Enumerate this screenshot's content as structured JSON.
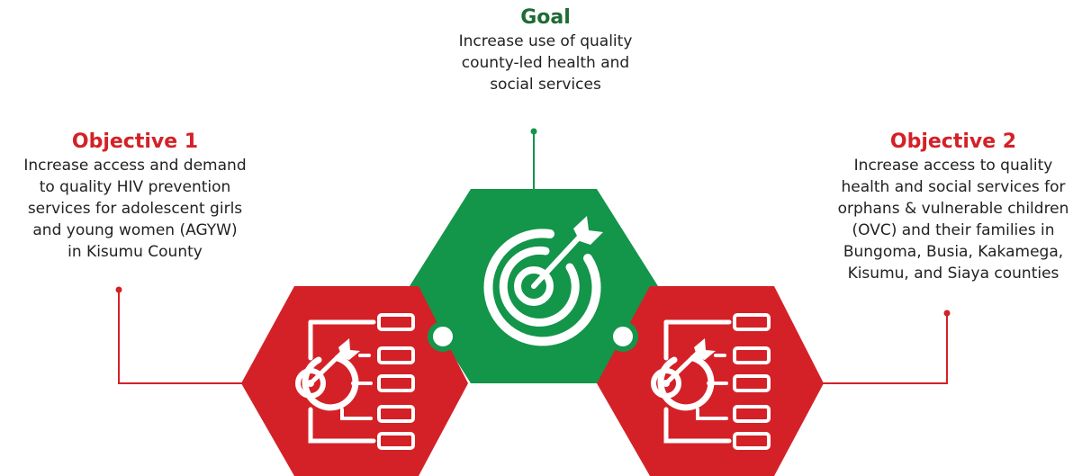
{
  "goal": {
    "title": "Goal",
    "lines": [
      "Increase use of quality",
      "county-led health and",
      "social services"
    ]
  },
  "objective1": {
    "title": "Objective 1",
    "lines": [
      "Increase access and demand",
      "to quality HIV prevention",
      "services for adolescent girls",
      "and young women (AGYW)",
      "in Kisumu County"
    ]
  },
  "objective2": {
    "title": "Objective 2",
    "lines": [
      "Increase access to quality",
      "health and social services for",
      "orphans & vulnerable children",
      "(OVC) and their families in",
      "Bungoma, Busia, Kakamega,",
      "Kisumu, and Siaya counties"
    ]
  },
  "colors": {
    "green": "#13954a",
    "red": "#d42127",
    "dark_green": "#1e6b34"
  },
  "icons": {
    "goal": "target-arrow-icon",
    "objectives": "target-checklist-icon"
  }
}
